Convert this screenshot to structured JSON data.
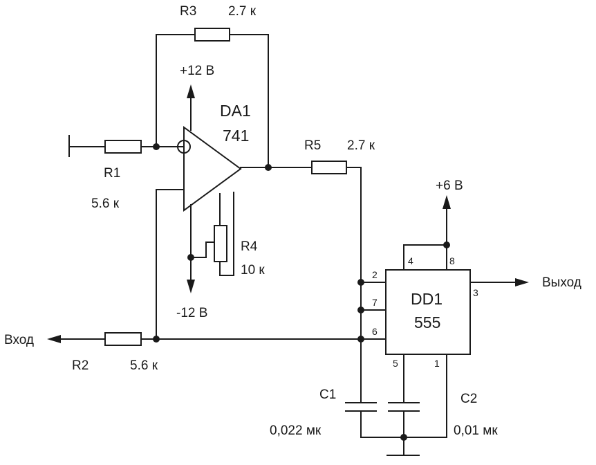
{
  "components": {
    "r1": {
      "name": "R1",
      "value": "5.6 к"
    },
    "r2": {
      "name": "R2",
      "value": "5.6 к"
    },
    "r3": {
      "name": "R3",
      "value": "2.7 к"
    },
    "r4": {
      "name": "R4",
      "value": "10 к"
    },
    "r5": {
      "name": "R5",
      "value": "2.7 к"
    },
    "c1": {
      "name": "C1",
      "value": "0,022 мк"
    },
    "c2": {
      "name": "C2",
      "value": "0,01 мк"
    },
    "da1": {
      "name": "DA1",
      "part": "741"
    },
    "dd1": {
      "name": "DD1",
      "part": "555"
    }
  },
  "supplies": {
    "pos12": "+12 В",
    "neg12": "-12 В",
    "pos6": "+6 В"
  },
  "io": {
    "input": "Вход",
    "output": "Выход"
  },
  "pins": {
    "p2": "2",
    "p7": "7",
    "p6": "6",
    "p4": "4",
    "p8": "8",
    "p3": "3",
    "p5": "5",
    "p1": "1"
  }
}
